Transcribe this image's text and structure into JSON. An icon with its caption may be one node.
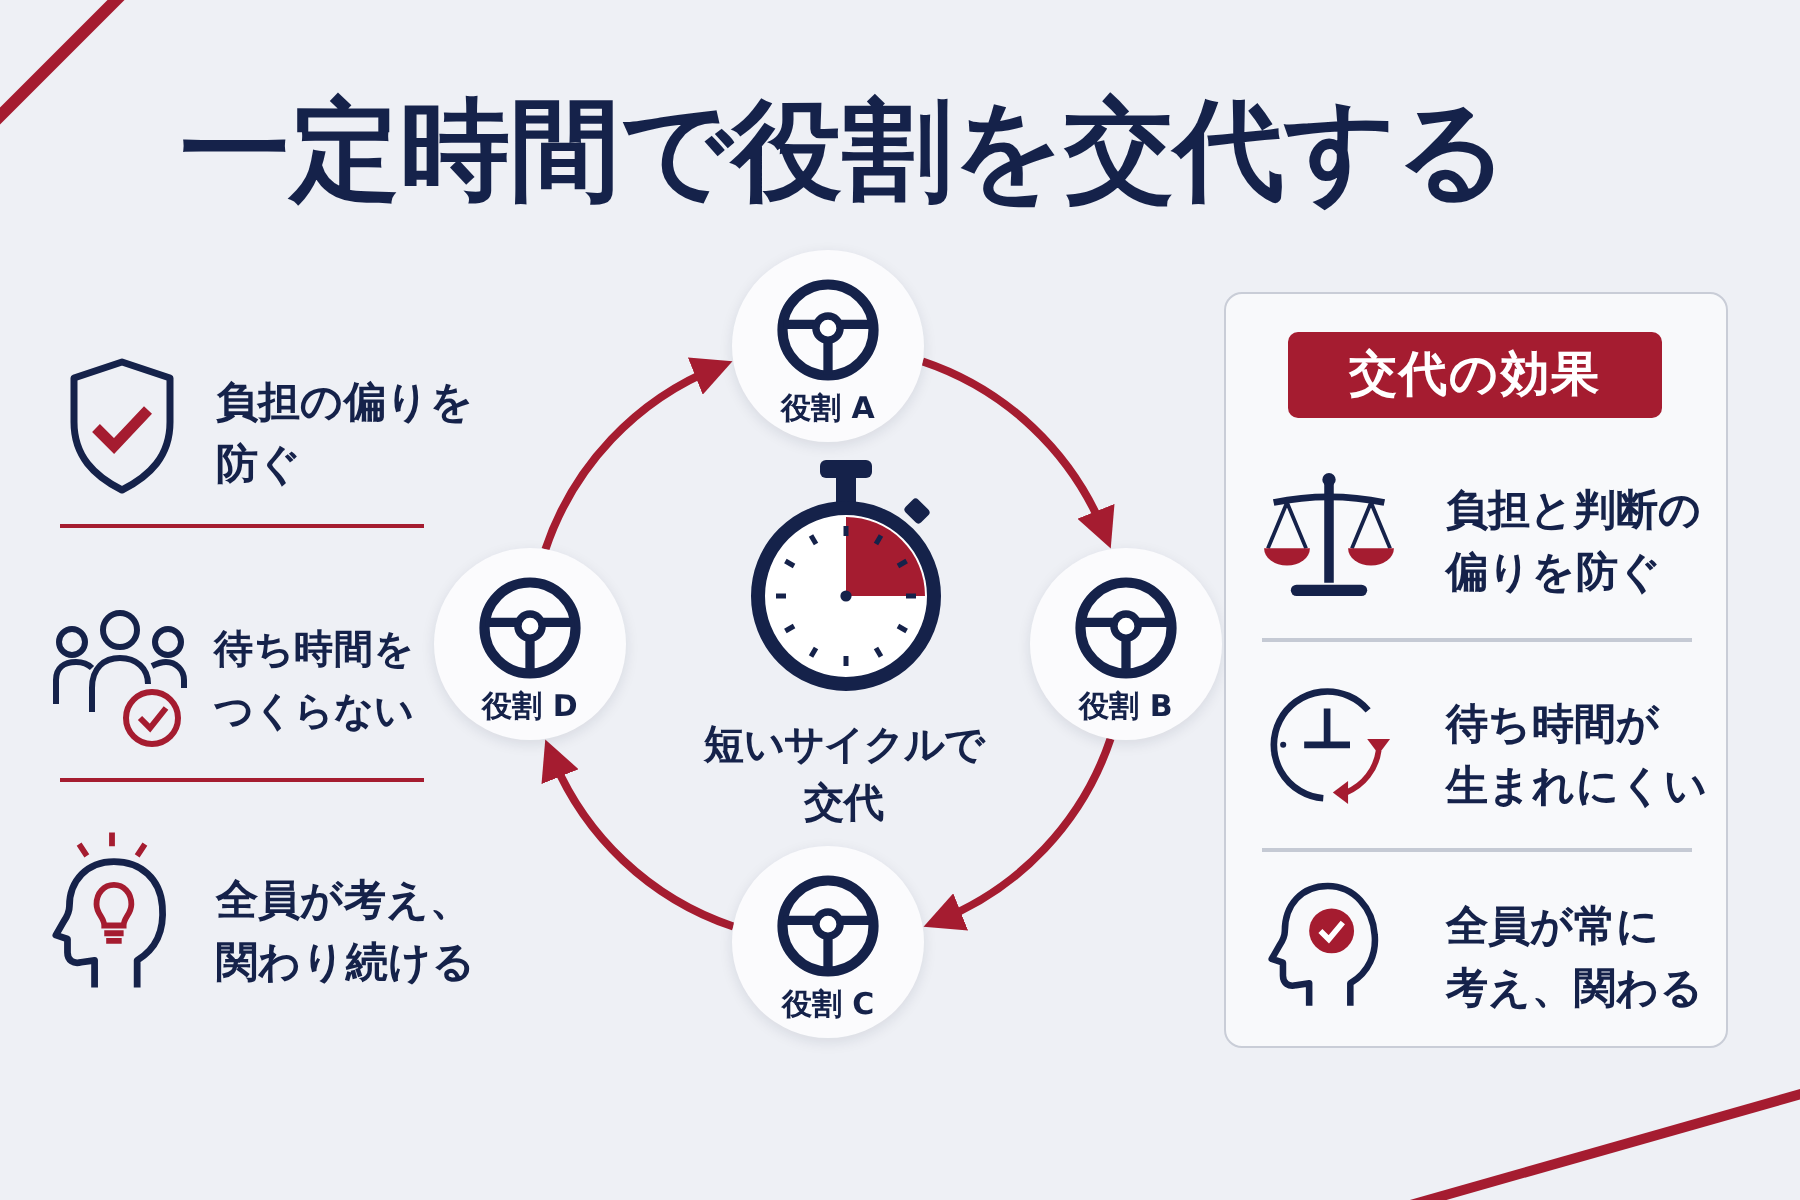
{
  "diagram": {
    "title": "一定時間で役割を交代する",
    "nodes": [
      {
        "text": [
          "役割 A"
        ]
      },
      {
        "text": [
          "役割 B"
        ]
      },
      {
        "text": [
          "役割 C"
        ]
      },
      {
        "text": [
          "役割 D"
        ]
      },
      {
        "text": [
          "負担と判断の偏りを防ぐ",
          "待ち時間が生まれにくい",
          "全員が常に考え、関わる"
        ]
      },
      {
        "text": [
          "交代の効果"
        ],
        "in": 4
      }
    ],
    "edges": [
      {
        "from": 0,
        "to": 1,
        "arrow": "to"
      },
      {
        "from": 1,
        "to": 2,
        "arrow": "to"
      },
      {
        "from": 2,
        "to": 3,
        "arrow": "to"
      },
      {
        "from": 3,
        "to": 0,
        "arrow": "to"
      }
    ],
    "labels": [
      "負担の偏りを防ぐ",
      "待ち時間をつくらない",
      "全員が考え、関わり続ける",
      "短いサイクルで交代"
    ]
  }
}
